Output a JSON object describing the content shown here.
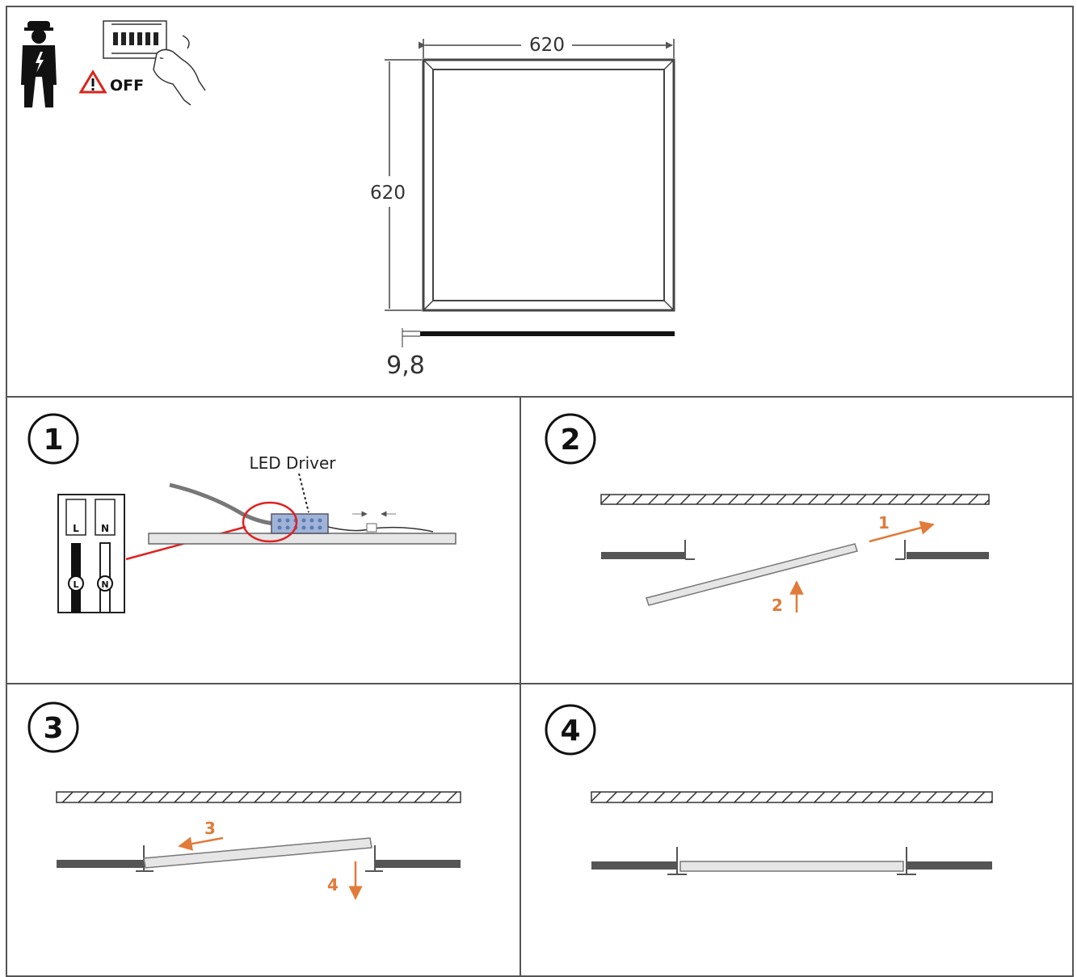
{
  "warning": {
    "off_label": "OFF"
  },
  "dimensions": {
    "width": "620",
    "height": "620",
    "thickness": "9,8"
  },
  "steps": [
    {
      "number": "1",
      "driver_label": "LED Driver",
      "terminal_l": "L",
      "terminal_n": "N"
    },
    {
      "number": "2",
      "arrow_1": "1",
      "arrow_2": "2"
    },
    {
      "number": "3",
      "arrow_3": "3",
      "arrow_4": "4"
    },
    {
      "number": "4"
    }
  ],
  "colors": {
    "accent": "#e07b39",
    "highlight": "#e02020",
    "line": "#555555",
    "driver": "#9fb4d8"
  }
}
